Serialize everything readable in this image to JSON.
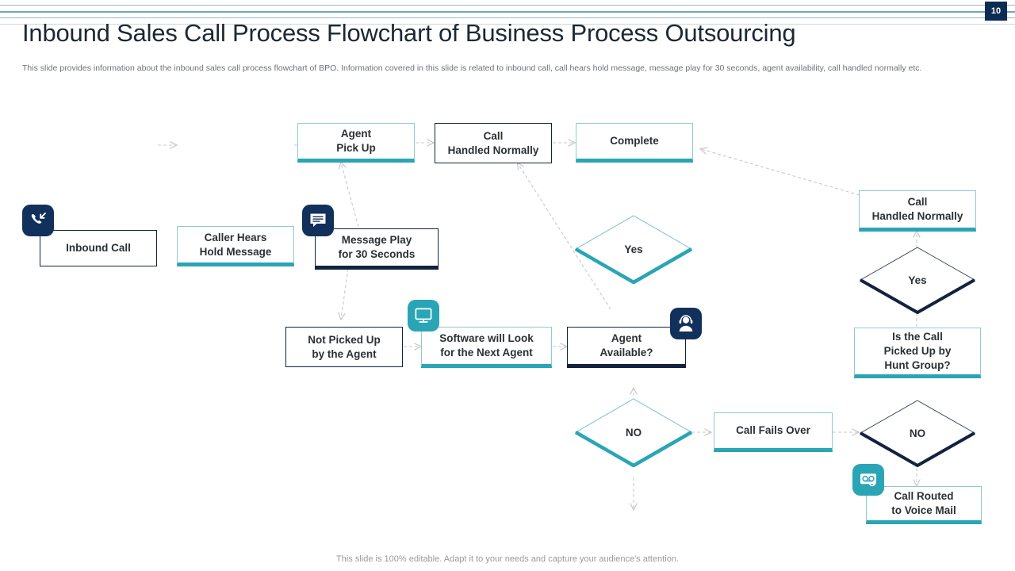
{
  "header": {
    "title": "Inbound Sales Call Process Flowchart of Business Process Outsourcing",
    "subtitle": "This slide provides information about the inbound sales call process flowchart of BPO.  Information covered in this slide is related to inbound call, call hears hold message, message play for 30 seconds, agent availability, call handled normally etc.",
    "page_number": "10"
  },
  "footer": {
    "note": "This slide is 100% editable. Adapt it to your needs and capture your audience's attention."
  },
  "colors": {
    "teal": "#2aa5b5",
    "teal_light": "#8fc9d4",
    "navy": "#12223f",
    "navy_chip": "#12305c",
    "title": "#1c2833",
    "subtitle": "#6d7278",
    "connector": "#c9c9c9"
  },
  "flow": {
    "nodes": [
      {
        "id": "inbound-call",
        "label": "Inbound Call",
        "shape": "box",
        "style": "navy-thin"
      },
      {
        "id": "caller-hears-hold",
        "label": "Caller Hears\nHold Message",
        "shape": "box",
        "style": "teal"
      },
      {
        "id": "message-play-30",
        "label": "Message Play\nfor 30 Seconds",
        "shape": "box",
        "style": "navy"
      },
      {
        "id": "agent-pick-up",
        "label": "Agent\nPick Up",
        "shape": "box",
        "style": "teal"
      },
      {
        "id": "call-handled-normally",
        "label": "Call\nHandled Normally",
        "shape": "box",
        "style": "navy-thin"
      },
      {
        "id": "complete",
        "label": "Complete",
        "shape": "box",
        "style": "teal"
      },
      {
        "id": "not-picked-up",
        "label": "Not Picked Up\nby the Agent",
        "shape": "box",
        "style": "navy-thin"
      },
      {
        "id": "software-next-agent",
        "label": "Software will Look\nfor the Next Agent",
        "shape": "box",
        "style": "teal"
      },
      {
        "id": "agent-available",
        "label": "Agent\nAvailable?",
        "shape": "box",
        "style": "navy"
      },
      {
        "id": "decision-yes-left",
        "label": "Yes",
        "shape": "diamond",
        "style": "teal"
      },
      {
        "id": "decision-no-left",
        "label": "NO",
        "shape": "diamond",
        "style": "teal"
      },
      {
        "id": "call-fails-over",
        "label": "Call Fails Over",
        "shape": "box",
        "style": "teal"
      },
      {
        "id": "decision-no-right",
        "label": "NO",
        "shape": "diamond",
        "style": "navy"
      },
      {
        "id": "hunt-group",
        "label": "Is the Call\nPicked Up by\nHunt Group?",
        "shape": "box",
        "style": "teal"
      },
      {
        "id": "decision-yes-right",
        "label": "Yes",
        "shape": "diamond",
        "style": "navy"
      },
      {
        "id": "call-handled-right",
        "label": "Call\nHandled Normally",
        "shape": "box",
        "style": "teal"
      },
      {
        "id": "call-routed-voicemail",
        "label": "Call Routed\nto Voice Mail",
        "shape": "box",
        "style": "teal"
      }
    ],
    "labels": {
      "inbound_call": "Inbound Call",
      "caller_hears_hold_l1": "Caller Hears",
      "caller_hears_hold_l2": "Hold Message",
      "message_play_l1": "Message Play",
      "message_play_l2": "for 30 Seconds",
      "agent_pick_up_l1": "Agent",
      "agent_pick_up_l2": "Pick Up",
      "call_handled_l1": "Call",
      "call_handled_l2": "Handled Normally",
      "complete": "Complete",
      "not_picked_up_l1": "Not Picked Up",
      "not_picked_up_l2": "by the Agent",
      "software_l1": "Software will Look",
      "software_l2": "for the Next Agent",
      "agent_available_l1": "Agent",
      "agent_available_l2": "Available?",
      "yes_left": "Yes",
      "no_left": "NO",
      "call_fails_over": "Call Fails Over",
      "no_right": "NO",
      "hunt_group_l1": "Is the Call",
      "hunt_group_l2": "Picked Up by",
      "hunt_group_l3": "Hunt Group?",
      "yes_right": "Yes",
      "call_handled_right_l1": "Call",
      "call_handled_right_l2": "Handled Normally",
      "voicemail_l1": "Call Routed",
      "voicemail_l2": "to Voice Mail"
    },
    "icons": [
      {
        "id": "incoming-call-icon",
        "color": "navy",
        "attached_to": "inbound-call"
      },
      {
        "id": "chat-message-icon",
        "color": "navy",
        "attached_to": "message-play-30"
      },
      {
        "id": "monitor-icon",
        "color": "teal",
        "attached_to": "software-next-agent"
      },
      {
        "id": "headset-agent-icon",
        "color": "navy",
        "attached_to": "agent-available"
      },
      {
        "id": "voicemail-icon",
        "color": "teal",
        "attached_to": "call-routed-voicemail"
      }
    ]
  }
}
